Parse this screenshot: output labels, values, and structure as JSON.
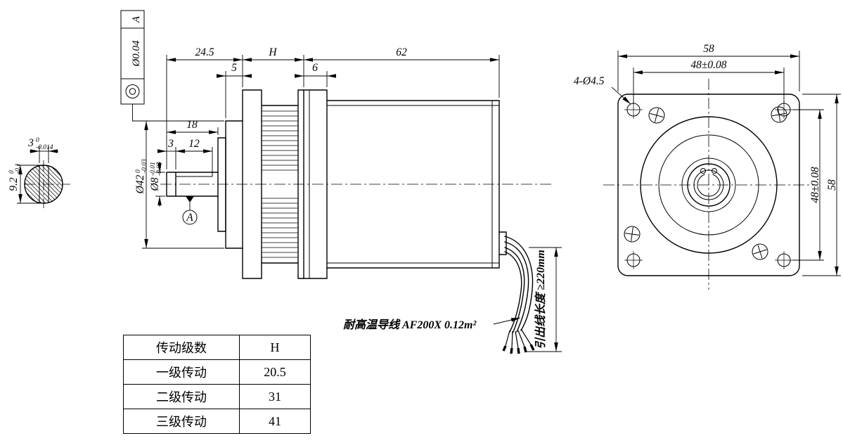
{
  "control_frame": {
    "datum_ref": "A",
    "tolerance": "Ø0.04"
  },
  "section_detail": {
    "flat_width": "3",
    "flat_width_tol_up": "0",
    "flat_width_tol_low": "-0.014",
    "height": "9.2",
    "height_tol_up": "0",
    "height_tol_low": "-0.1"
  },
  "side_view": {
    "dim_shaft_to_face": "24.5",
    "dim_gearbox": "H",
    "dim_motor": "62",
    "dim_boss": "5",
    "dim_front_cap": "6",
    "dim_shaft_len": "18",
    "dim_flat_start": "3",
    "dim_flat_len": "12",
    "dia_boss": "Ø42",
    "dia_boss_tol_up": "0",
    "dia_boss_tol_low": "-0.03",
    "dia_shaft": "Ø8",
    "dia_shaft_tol_up": "-0.01",
    "dia_shaft_tol_low": "-0.03",
    "datum_label": "A",
    "wire_note": "耐高温导线  AF200X 0.12m²",
    "lead_note": "引出线长度 ≥220mm"
  },
  "front_view": {
    "dim_width": "58",
    "dim_hole_span_top": "48±0.08",
    "holes_label": "4-Ø4.5",
    "dim_hole_span_right": "48±0.08",
    "dim_height": "58"
  },
  "table": {
    "headers": [
      "传动级数",
      "H"
    ],
    "rows": [
      [
        "一级传动",
        "20.5"
      ],
      [
        "二级传动",
        "31"
      ],
      [
        "三级传动",
        "41"
      ]
    ]
  }
}
